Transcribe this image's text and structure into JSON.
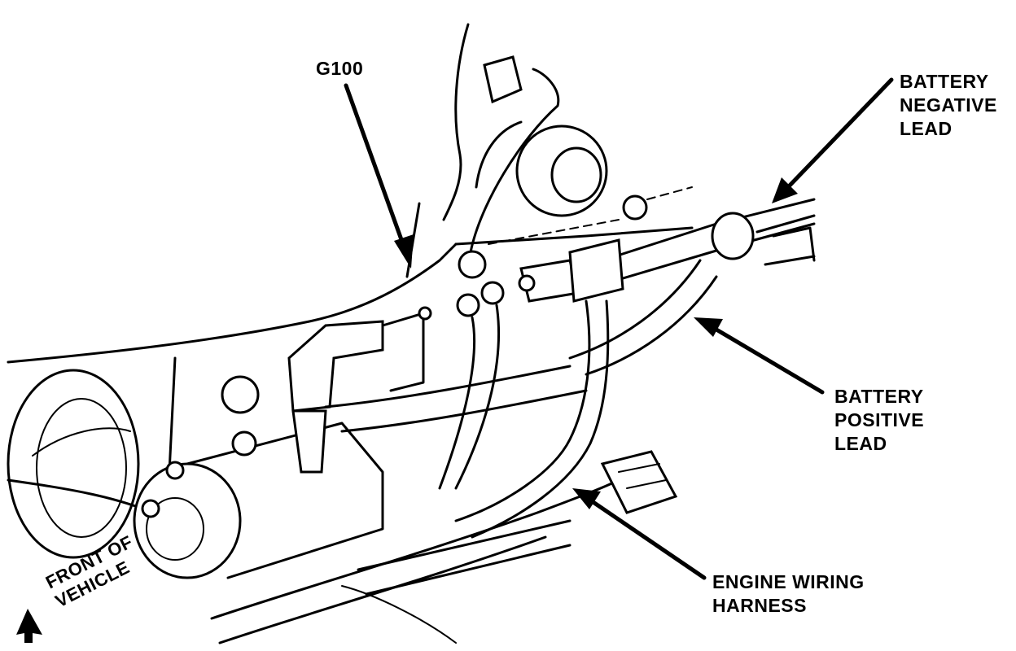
{
  "labels": {
    "g100": "G100",
    "battery_negative_lead": "BATTERY\nNEGATIVE\nLEAD",
    "battery_positive_lead": "BATTERY\nPOSITIVE\nLEAD",
    "engine_wiring_harness": "ENGINE WIRING\nHARNESS",
    "front_of_vehicle": "FRONT OF\nVEHICLE"
  },
  "colors": {
    "line": "#000000",
    "background": "#ffffff"
  }
}
